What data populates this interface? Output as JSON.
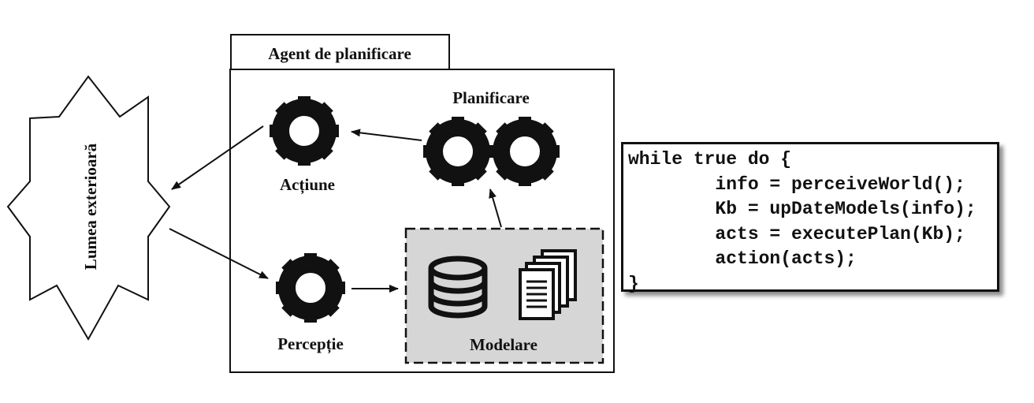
{
  "agent_box": {
    "title": "Agent de planificare"
  },
  "world": {
    "label": "Lumea exterioară"
  },
  "modules": {
    "planning": "Planificare",
    "action": "Acțiune",
    "perception": "Percepție",
    "modeling": "Modelare"
  },
  "code": {
    "lines": [
      "while true do {",
      "        info = perceiveWorld();",
      "        Kb = upDateModels(info);",
      "        acts = executePlan(Kb);",
      "        action(acts);",
      "}"
    ]
  },
  "colors": {
    "stroke": "#111111",
    "modeling_fill": "#d6d6d6",
    "background": "#ffffff"
  },
  "icons": [
    "gear-icon",
    "database-icon",
    "documents-icon"
  ]
}
